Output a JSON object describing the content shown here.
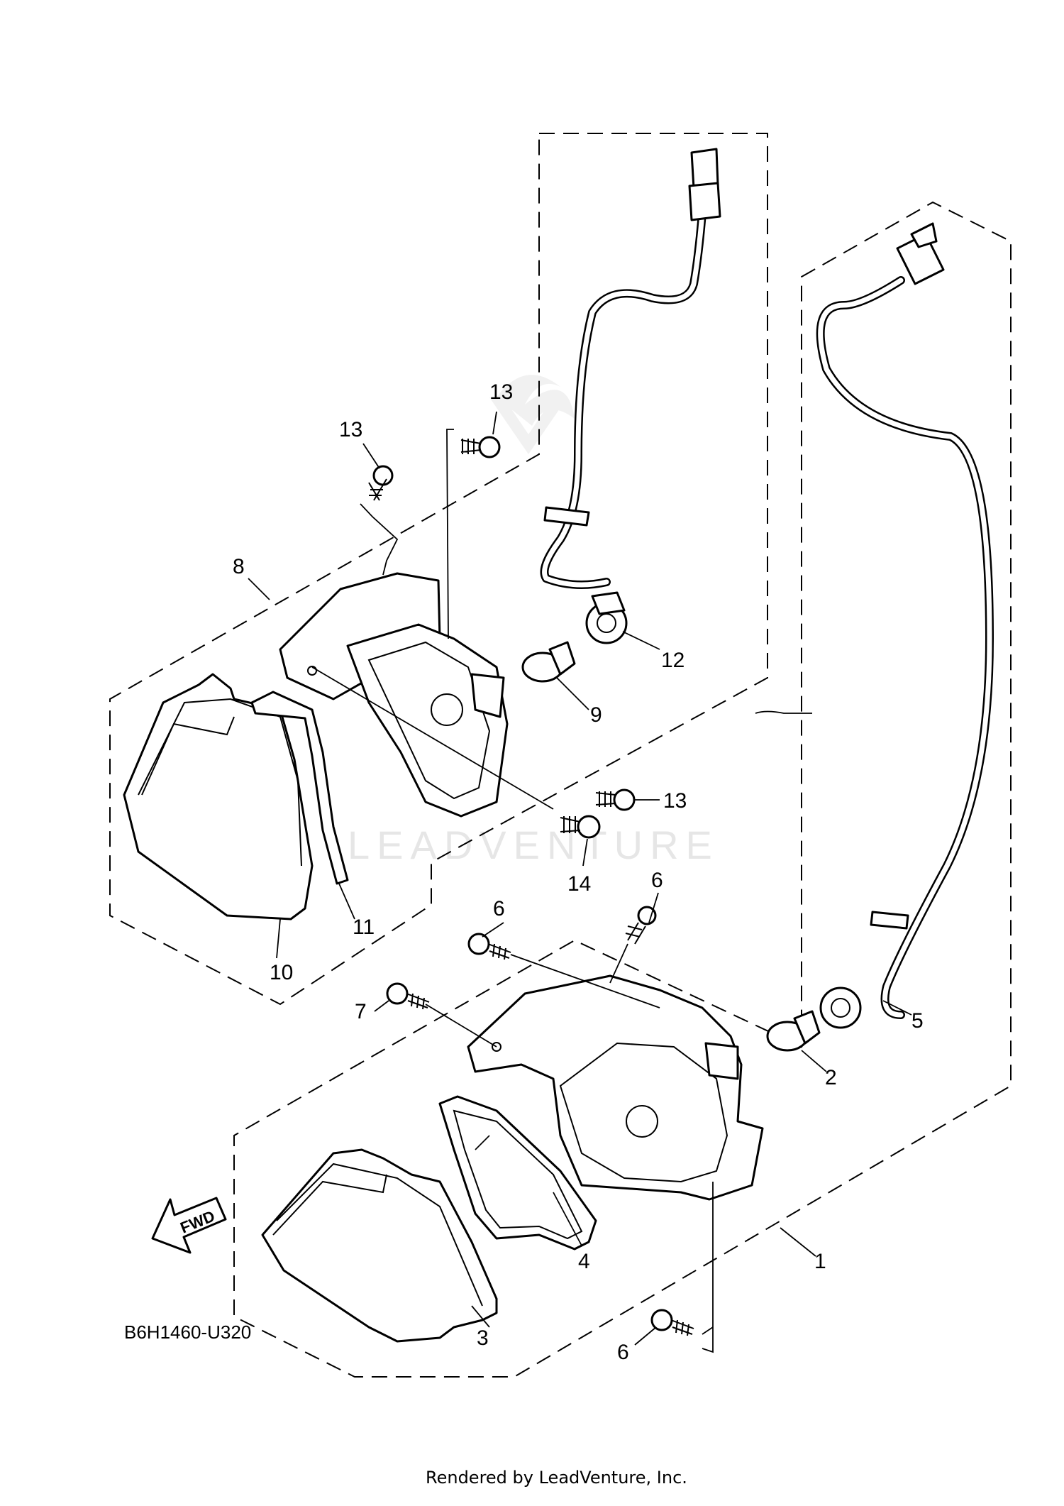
{
  "diagram": {
    "callouts": {
      "n1": "1",
      "n2": "2",
      "n3": "3",
      "n4": "4",
      "n5": "5",
      "n6": "6",
      "n7": "7",
      "n8": "8",
      "n9": "9",
      "n10": "10",
      "n11": "11",
      "n12": "12",
      "n13": "13",
      "n14": "14"
    },
    "diagram_code": "B6H1460-U320",
    "direction_label": "FWD",
    "watermark": "LEADVENTURE",
    "footer_credit": "Rendered by LeadVenture, Inc."
  }
}
